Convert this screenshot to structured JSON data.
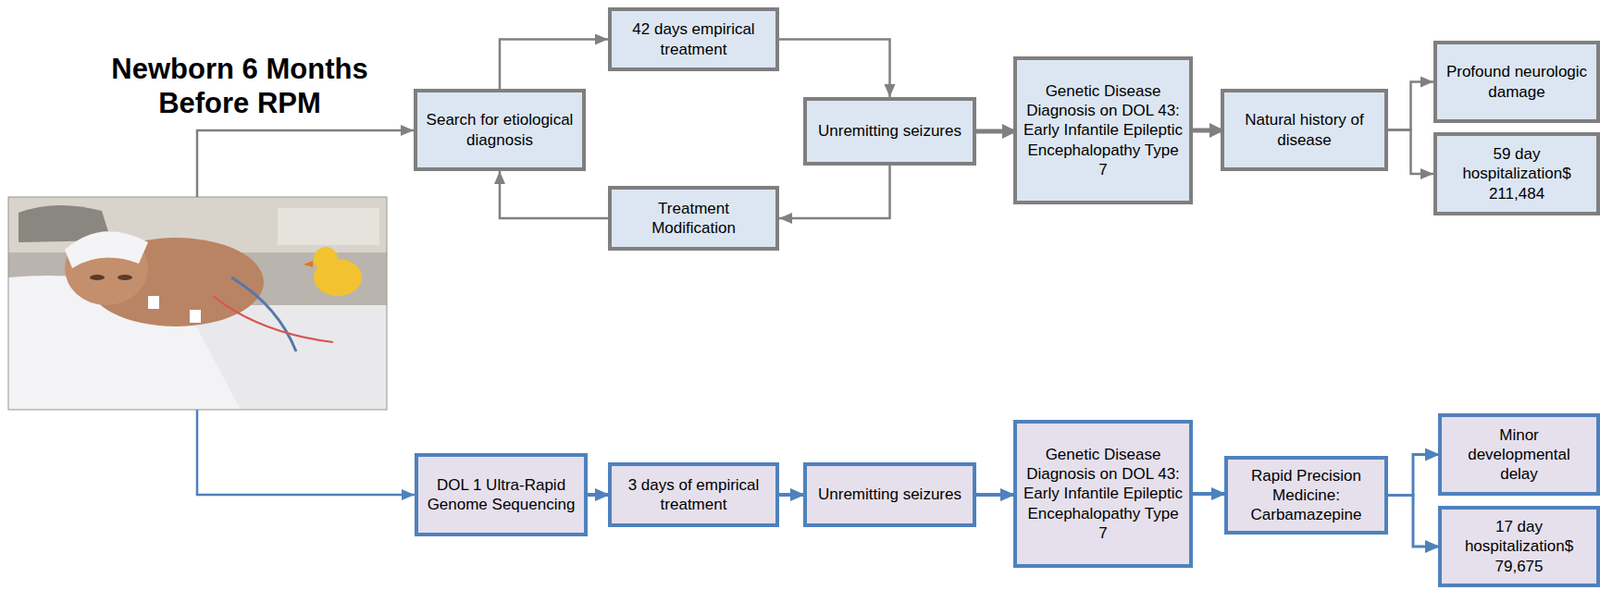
{
  "diagram": {
    "title": "Newborn 6 Months Before RPM",
    "nodes": [
      {
        "text": [
          "Search for etiological diagnosis"
        ]
      },
      {
        "text": [
          "42 days empirical treatment"
        ]
      },
      {
        "text": [
          "Unremitting seizures"
        ]
      },
      {
        "text": [
          "Treatment Modification"
        ]
      },
      {
        "text": [
          "Genetic Disease Diagnosis on DOL 43: Early Infantile Epileptic Encephalopathy Type 7"
        ]
      },
      {
        "text": [
          "Natural history of disease"
        ]
      },
      {
        "text": [
          "Profound neurologic damage"
        ]
      },
      {
        "text": [
          "59 day hospitalization$ 211,484"
        ]
      },
      {
        "text": [
          "DOL 1 Ultra-Rapid Genome Sequencing"
        ]
      },
      {
        "text": [
          "3 days of empirical treatment"
        ]
      },
      {
        "text": [
          "Unremitting seizures"
        ]
      },
      {
        "text": [
          "Genetic Disease Diagnosis on DOL 43: Early Infantile Epileptic Encephalopathy Type 7"
        ]
      },
      {
        "text": [
          "Rapid Precision Medicine: Carbamazepine"
        ]
      },
      {
        "text": [
          "Minor developmental delay"
        ]
      },
      {
        "text": [
          "17 day hospitalization$ 79,675"
        ]
      }
    ],
    "edges": [
      {
        "from": 0,
        "to": 1,
        "arrow": "to"
      },
      {
        "from": 1,
        "to": 2,
        "arrow": "to"
      },
      {
        "from": 2,
        "to": 3,
        "arrow": "to"
      },
      {
        "from": 3,
        "to": 0,
        "arrow": "to"
      },
      {
        "from": 2,
        "to": 4,
        "arrow": "to"
      },
      {
        "from": 4,
        "to": 5,
        "arrow": "to"
      },
      {
        "from": 5,
        "to": 6,
        "arrow": "to"
      },
      {
        "from": 5,
        "to": 7,
        "arrow": "to"
      },
      {
        "from": 8,
        "to": 9,
        "arrow": "to"
      },
      {
        "from": 9,
        "to": 10,
        "arrow": "to"
      },
      {
        "from": 10,
        "to": 11,
        "arrow": "to"
      },
      {
        "from": 11,
        "to": 12,
        "arrow": "to"
      },
      {
        "from": 12,
        "to": 13,
        "arrow": "to"
      },
      {
        "from": 12,
        "to": 14,
        "arrow": "to"
      }
    ]
  }
}
